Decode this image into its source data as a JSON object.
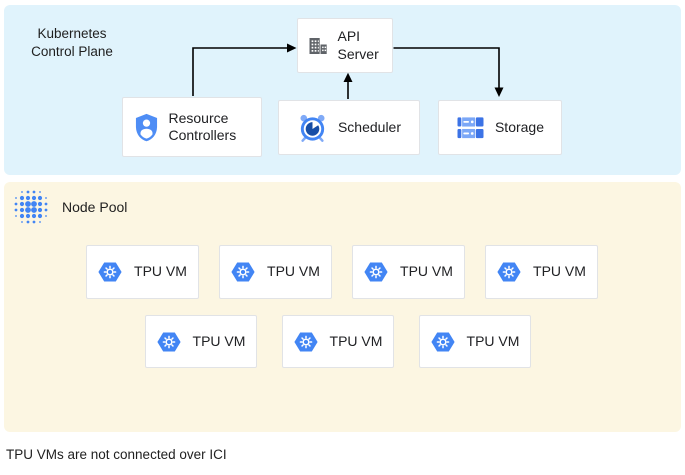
{
  "control_plane": {
    "title": "Kubernetes Control Plane",
    "nodes": {
      "api_server": {
        "label": "API Server"
      },
      "resource_controllers": {
        "label": "Resource Controllers"
      },
      "scheduler": {
        "label": "Scheduler"
      },
      "storage": {
        "label": "Storage"
      }
    },
    "arrows": [
      "resource-controllers to api-server",
      "scheduler to api-server",
      "api-server to storage"
    ]
  },
  "node_pool": {
    "title": "Node Pool",
    "tpu_label": "TPU VM",
    "tpu_vm_count": 7,
    "rows": [
      4,
      3
    ]
  },
  "caption": "TPU VMs are not connected over ICI",
  "colors": {
    "control_plane_bg": "#E0F3FC",
    "node_pool_bg": "#FCF6E2",
    "box_border": "#E1E3E6",
    "google_blue": "#4285F4",
    "clock_pie_blue": "#174EA6",
    "light_blue": "#7FA9F7",
    "storage_dark_blue": "#3C73E6",
    "icon_grey": "#5F6368",
    "text": "#202124",
    "arrow": "#000000"
  }
}
